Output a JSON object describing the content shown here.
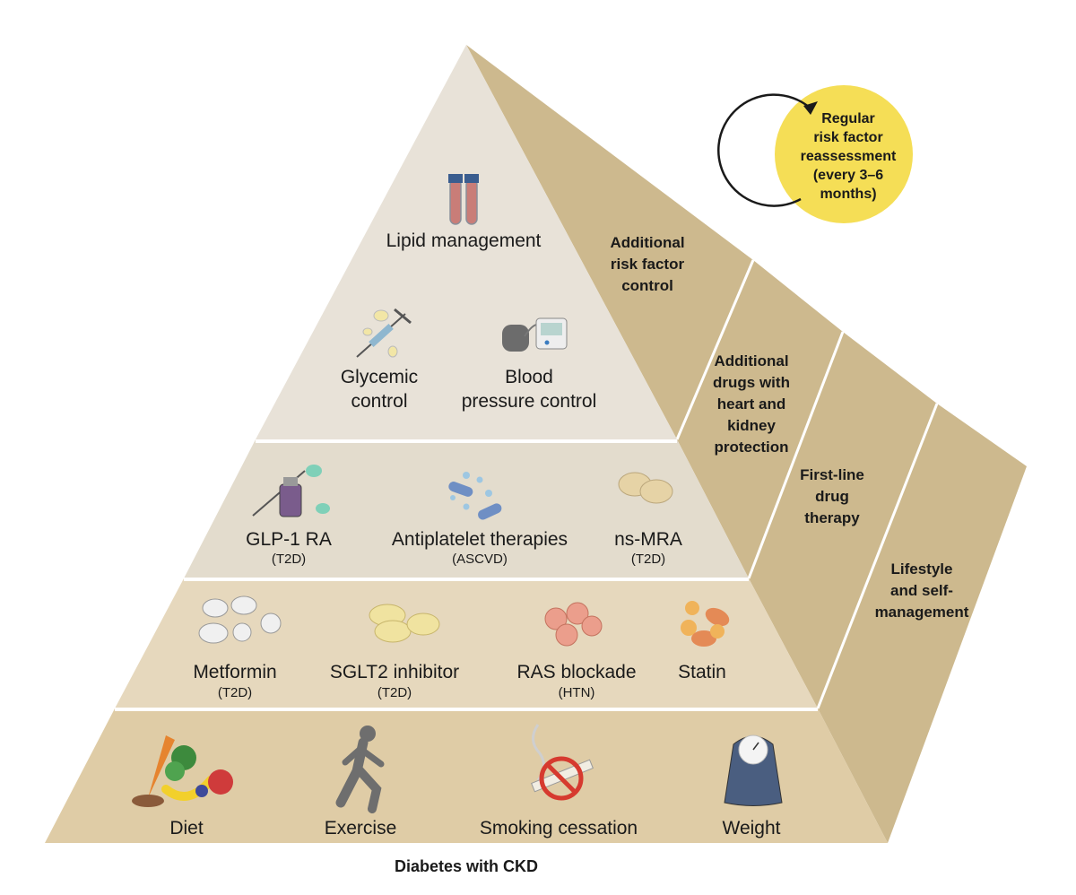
{
  "tiers": {
    "top": {
      "lipid": "Lipid management",
      "glycemic": [
        "Glycemic",
        "control"
      ],
      "blood_pressure": [
        "Blood",
        "pressure control"
      ]
    },
    "second": {
      "glp1": {
        "label": "GLP-1 RA",
        "note": "(T2D)"
      },
      "antiplatelet": {
        "label": "Antiplatelet therapies",
        "note": "(ASCVD)"
      },
      "nsmra": {
        "label": "ns-MRA",
        "note": "(T2D)"
      }
    },
    "third": {
      "metformin": {
        "label": "Metformin",
        "note": "(T2D)"
      },
      "sglt2": {
        "label": "SGLT2 inhibitor",
        "note": "(T2D)"
      },
      "ras": {
        "label": "RAS blockade",
        "note": "(HTN)"
      },
      "statin": {
        "label": "Statin"
      }
    },
    "base": {
      "diet": "Diet",
      "exercise": "Exercise",
      "smoking": "Smoking cessation",
      "weight": "Weight"
    }
  },
  "side_panels": {
    "additional_risk": [
      "Additional",
      "risk factor",
      "control"
    ],
    "additional_drugs": [
      "Additional",
      "drugs with",
      "heart and",
      "kidney",
      "protection"
    ],
    "first_line": [
      "First-line",
      "drug",
      "therapy"
    ],
    "lifestyle": [
      "Lifestyle",
      "and self-",
      "management"
    ]
  },
  "badge": [
    "Regular",
    "risk factor",
    "reassessment",
    "(every 3–6",
    "months)"
  ],
  "caption": "Diabetes with CKD",
  "colors": {
    "front_top": "#e8e2d8",
    "front_mid": "#e3dccd",
    "front_low": "#e6d8bd",
    "front_base": "#dfcca6",
    "side": "#cdb98e",
    "badge": "#f5de56",
    "divider": "#ffffff"
  }
}
